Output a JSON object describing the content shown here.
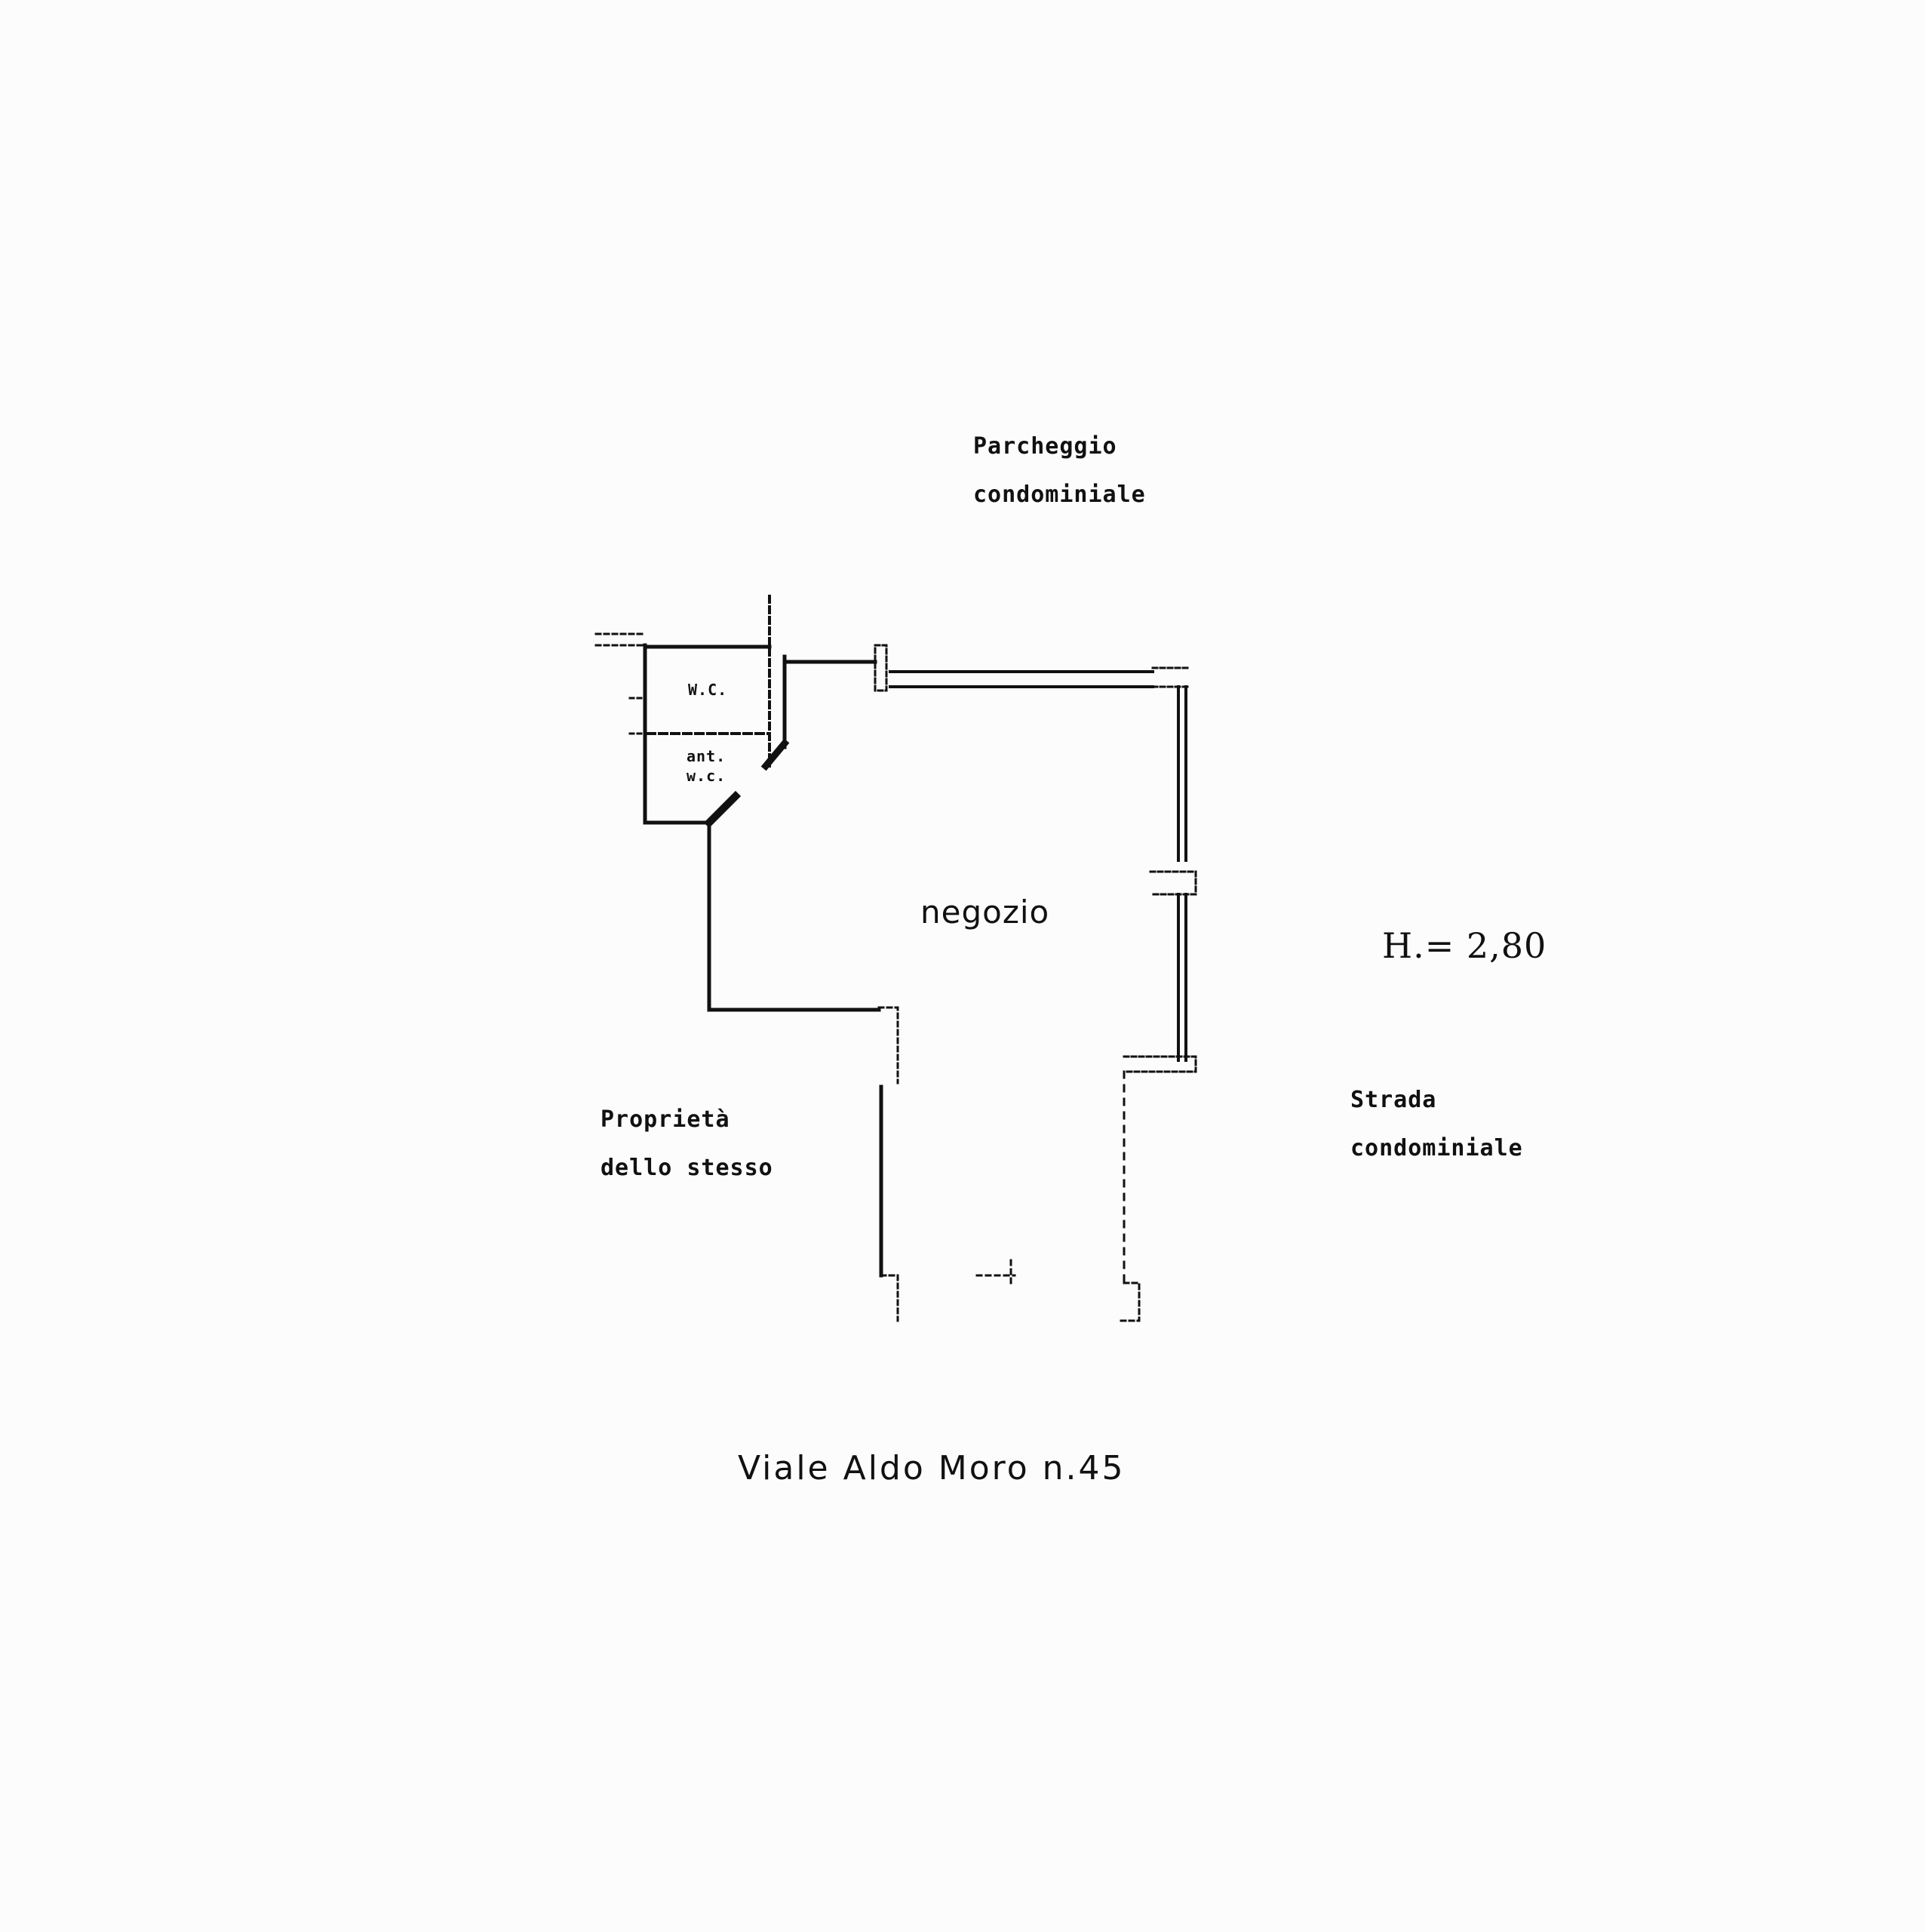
{
  "labels": {
    "parking_line1": "Parcheggio",
    "parking_line2": "condominiale",
    "wc": "W.C.",
    "antewc_line1": "ant.",
    "antewc_line2": "w.c.",
    "shop": "negozio",
    "height": "H.= 2,80",
    "property_line1": "Proprietà",
    "property_line2": "dello stesso",
    "road_line1": "Strada",
    "road_line2": "condominiale",
    "address": "Viale Aldo Moro n.45"
  },
  "colors": {
    "paper": "#fcfcfd",
    "ink": "#111111"
  }
}
